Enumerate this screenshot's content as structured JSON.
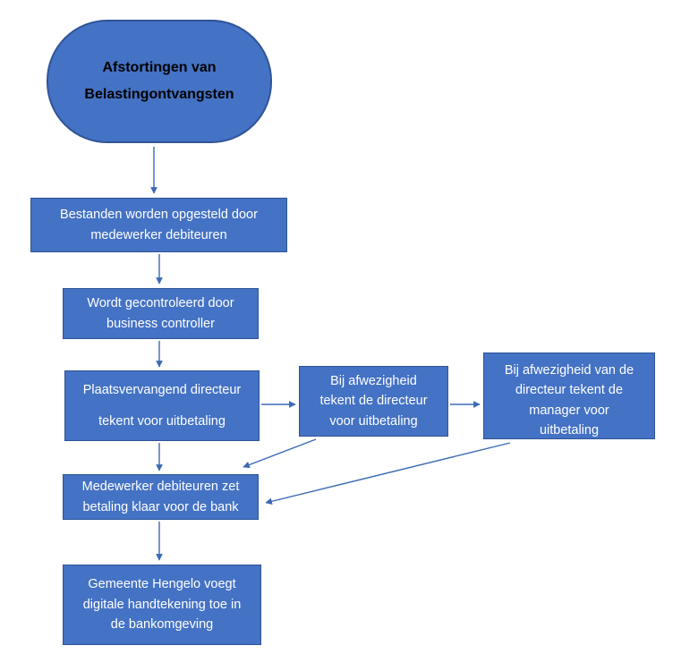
{
  "diagram": {
    "title": "Afstortingen van Belastingontvangsten",
    "language": "nl",
    "colors": {
      "node_fill": "#4472C4",
      "node_border": "#2E5496",
      "node_text": "#FFFFFF",
      "start_text": "#000000",
      "edge": "#2E5496",
      "background": "#FFFFFF"
    },
    "nodes": {
      "start": {
        "shape": "terminator",
        "line1": "Afstortingen van",
        "line2": "Belastingontvangsten"
      },
      "bestanden": {
        "shape": "process",
        "line1": "Bestanden worden opgesteld door",
        "line2": "medewerker debiteuren"
      },
      "controle": {
        "shape": "process",
        "line1": "Wordt gecontroleerd door",
        "line2": "business controller"
      },
      "plaatsverv": {
        "shape": "process",
        "line1": "Plaatsvervangend directeur",
        "line2": "tekent voor uitbetaling"
      },
      "afwezig1": {
        "shape": "process",
        "line1": "Bij afwezigheid",
        "line2": "tekent de directeur",
        "line3": "voor uitbetaling"
      },
      "afwezig2": {
        "shape": "process",
        "line1": "Bij afwezigheid van de",
        "line2": "directeur tekent de",
        "line3": "manager voor",
        "line4": "uitbetaling"
      },
      "medewerker": {
        "shape": "process",
        "line1": "Medewerker debiteuren zet",
        "line2": "betaling klaar voor de bank"
      },
      "gemeente": {
        "shape": "process",
        "line1": "Gemeente Hengelo voegt",
        "line2": "digitale handtekening toe in",
        "line3": "de bankomgeving"
      }
    },
    "edges": [
      {
        "from": "start",
        "to": "bestanden",
        "direction": "down"
      },
      {
        "from": "bestanden",
        "to": "controle",
        "direction": "down"
      },
      {
        "from": "controle",
        "to": "plaatsverv",
        "direction": "down"
      },
      {
        "from": "plaatsverv",
        "to": "afwezig1",
        "direction": "right"
      },
      {
        "from": "afwezig1",
        "to": "afwezig2",
        "direction": "right"
      },
      {
        "from": "plaatsverv",
        "to": "medewerker",
        "direction": "down"
      },
      {
        "from": "afwezig1",
        "to": "medewerker",
        "direction": "diagonal-down-left"
      },
      {
        "from": "afwezig2",
        "to": "medewerker",
        "direction": "diagonal-down-left"
      },
      {
        "from": "medewerker",
        "to": "gemeente",
        "direction": "down"
      }
    ]
  }
}
